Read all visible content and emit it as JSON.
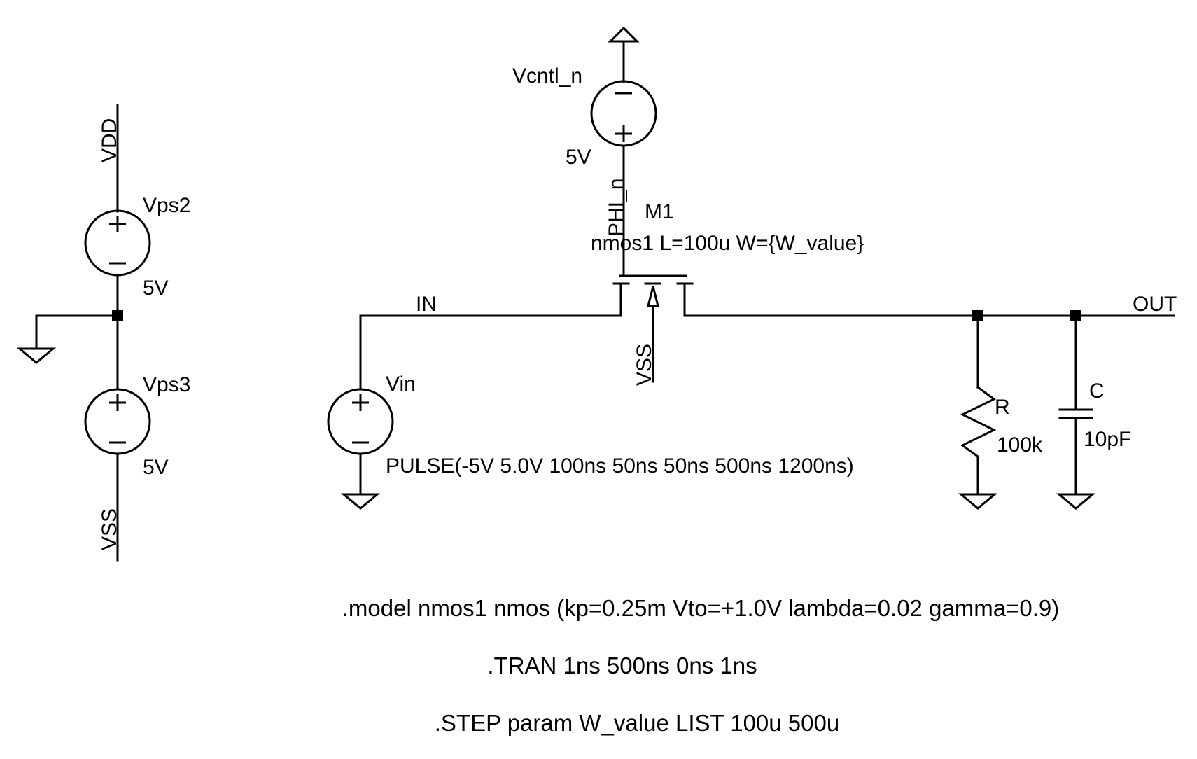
{
  "nets": {
    "vdd": "VDD",
    "vss_left": "VSS",
    "vss_bulk": "VSS",
    "in": "IN",
    "out": "OUT",
    "phi_n": "PHI_n"
  },
  "components": {
    "vps2": {
      "name": "Vps2",
      "value": "5V"
    },
    "vps3": {
      "name": "Vps3",
      "value": "5V"
    },
    "vcntl_n": {
      "name": "Vcntl_n",
      "value": "5V"
    },
    "vin": {
      "name": "Vin",
      "value": "PULSE(-5V 5.0V 100ns 50ns 50ns 500ns 1200ns)"
    },
    "m1": {
      "name": "M1",
      "value": "nmos1 L=100u W={W_value}"
    },
    "resistor": {
      "name": "R",
      "value": "100k"
    },
    "capacitor": {
      "name": "C",
      "value": "10pF"
    }
  },
  "directives": {
    "model": ".model nmos1 nmos (kp=0.25m Vto=+1.0V lambda=0.02 gamma=0.9)",
    "tran": ".TRAN 1ns 500ns 0ns 1ns",
    "step": ".STEP param W_value LIST 100u 500u"
  }
}
